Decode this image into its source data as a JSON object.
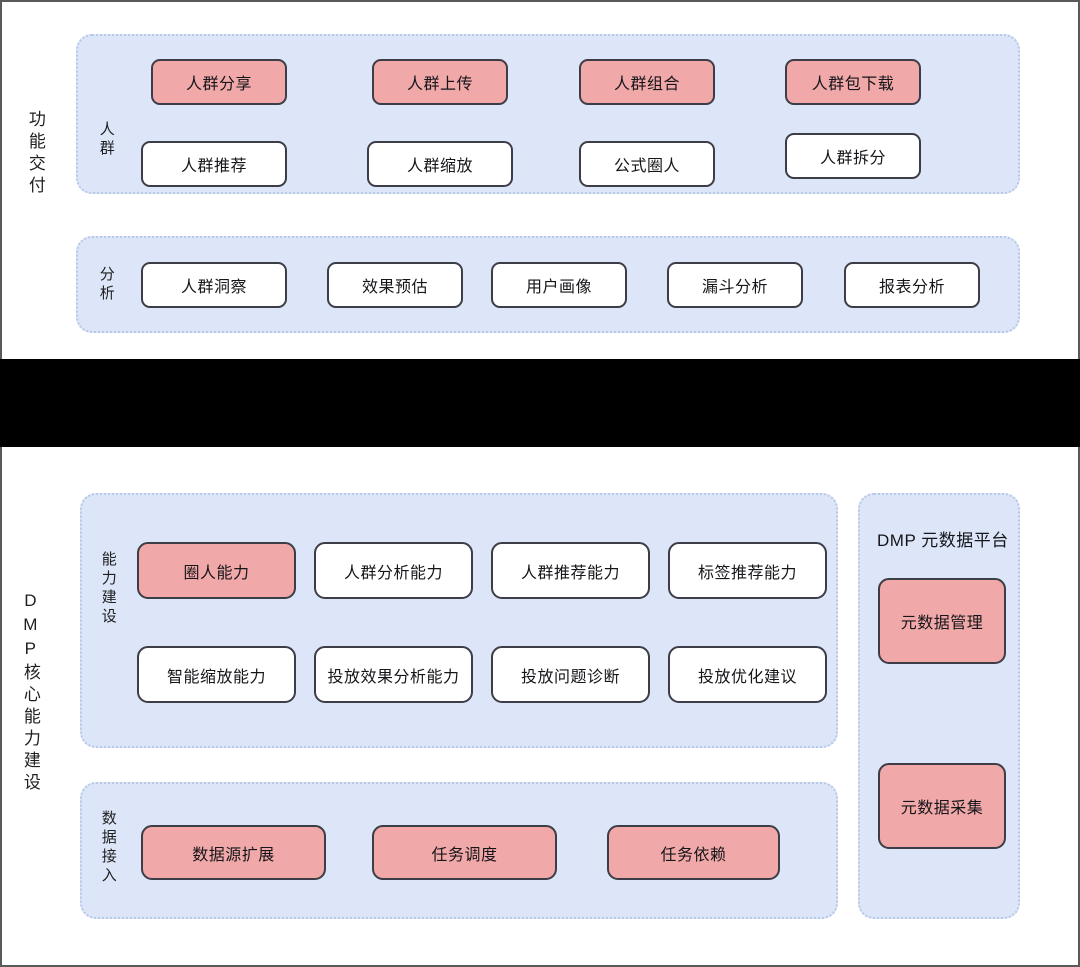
{
  "colors": {
    "panel_bg": "#dce6f8",
    "panel_border": "#b7c8e8",
    "node_pink": "#f1a8a8",
    "node_white": "#ffffff",
    "node_border": "#3d3d47",
    "text": "#16161a",
    "separator_band": "#000000"
  },
  "sections": {
    "delivery": {
      "side_label": "功能交付",
      "groups": {
        "crowd": {
          "row_label": "人群",
          "row1": [
            {
              "label": "人群分享",
              "style": "pink"
            },
            {
              "label": "人群上传",
              "style": "pink"
            },
            {
              "label": "人群组合",
              "style": "pink"
            },
            {
              "label": "人群包下载",
              "style": "pink"
            }
          ],
          "row2": [
            {
              "label": "人群推荐",
              "style": "white"
            },
            {
              "label": "人群缩放",
              "style": "white"
            },
            {
              "label": "公式圈人",
              "style": "white"
            },
            {
              "label": "人群拆分",
              "style": "white"
            }
          ]
        },
        "analysis": {
          "row_label": "分析",
          "row1": [
            {
              "label": "人群洞察",
              "style": "white"
            },
            {
              "label": "效果预估",
              "style": "white"
            },
            {
              "label": "用户画像",
              "style": "white"
            },
            {
              "label": "漏斗分析",
              "style": "white"
            },
            {
              "label": "报表分析",
              "style": "white"
            }
          ]
        }
      }
    },
    "core": {
      "side_label": "DMP核心能力建设",
      "groups": {
        "capability": {
          "row_label": "能力建设",
          "row1": [
            {
              "label": "圈人能力",
              "style": "pink"
            },
            {
              "label": "人群分析能力",
              "style": "white"
            },
            {
              "label": "人群推荐能力",
              "style": "white"
            },
            {
              "label": "标签推荐能力",
              "style": "white"
            }
          ],
          "row2": [
            {
              "label": "智能缩放能力",
              "style": "white"
            },
            {
              "label": "投放效果分析能力",
              "style": "white"
            },
            {
              "label": "投放问题诊断",
              "style": "white"
            },
            {
              "label": "投放优化建议",
              "style": "white"
            }
          ]
        },
        "ingest": {
          "row_label": "数据接入",
          "row1": [
            {
              "label": "数据源扩展",
              "style": "pink"
            },
            {
              "label": "任务调度",
              "style": "pink"
            },
            {
              "label": "任务依赖",
              "style": "pink"
            }
          ]
        }
      },
      "metadata_platform": {
        "title": "DMP 元数据平台",
        "items": [
          {
            "label": "元数据管理",
            "style": "pink"
          },
          {
            "label": "元数据采集",
            "style": "pink"
          }
        ]
      }
    }
  }
}
